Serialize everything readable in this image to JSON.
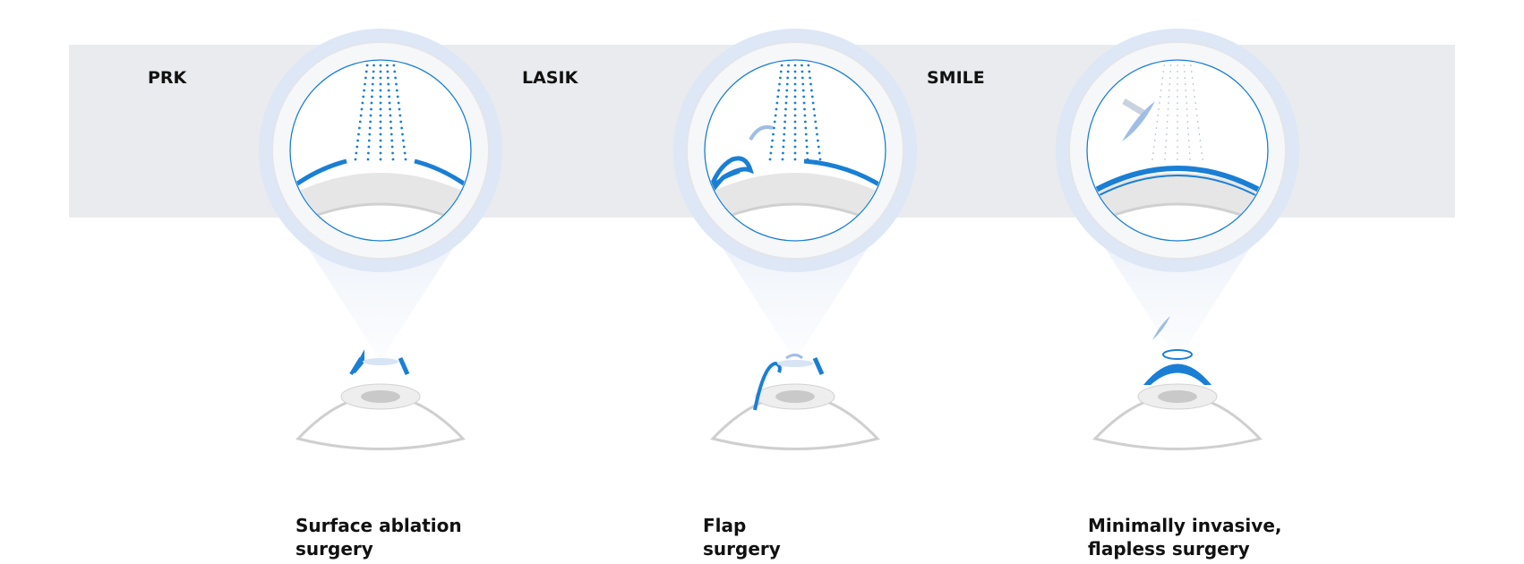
{
  "procedures": [
    {
      "name": "PRK",
      "caption_line1": "Surface ablation",
      "caption_line2": "surgery"
    },
    {
      "name": "LASIK",
      "caption_line1": "Flap",
      "caption_line2": "surgery"
    },
    {
      "name": "SMILE",
      "caption_line1": "Minimally invasive,",
      "caption_line2": "flapless surgery"
    }
  ],
  "colors": {
    "accent": "#1a7fd4",
    "band": "#e9ebee",
    "halo": "#dde7f6"
  }
}
